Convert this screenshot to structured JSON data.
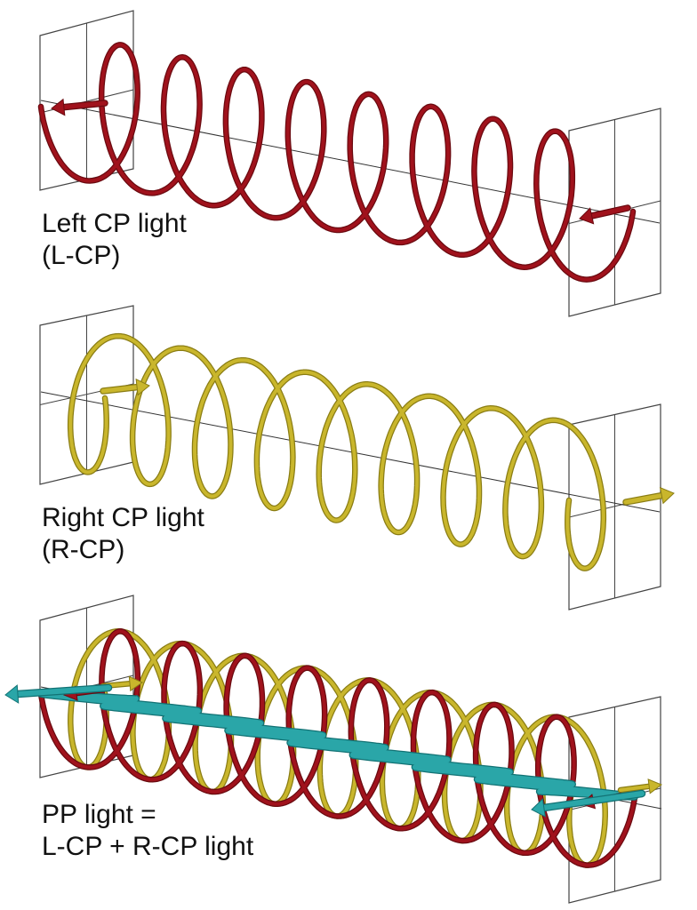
{
  "colors": {
    "lcp": "#a0121c",
    "lcp_dark": "#6a0a10",
    "rcp": "#c9b62c",
    "rcp_dark": "#8a7d14",
    "pp": "#2aa6a8",
    "pp_dark": "#127274",
    "frame": "#444444",
    "background": "#ffffff"
  },
  "panels": [
    {
      "id": "lcp",
      "label_lines": [
        "Left CP light",
        "(L-CP)"
      ],
      "helices": [
        "lcp"
      ],
      "turns": 8.5
    },
    {
      "id": "rcp",
      "label_lines": [
        "Right CP light",
        "(R-CP)"
      ],
      "helices": [
        "rcp"
      ],
      "turns": 8.5
    },
    {
      "id": "pp",
      "label_lines": [
        "PP light =",
        "L-CP + R-CP light"
      ],
      "helices": [
        "lcp",
        "rcp"
      ],
      "linear": "pp",
      "turns": 8.5
    }
  ]
}
